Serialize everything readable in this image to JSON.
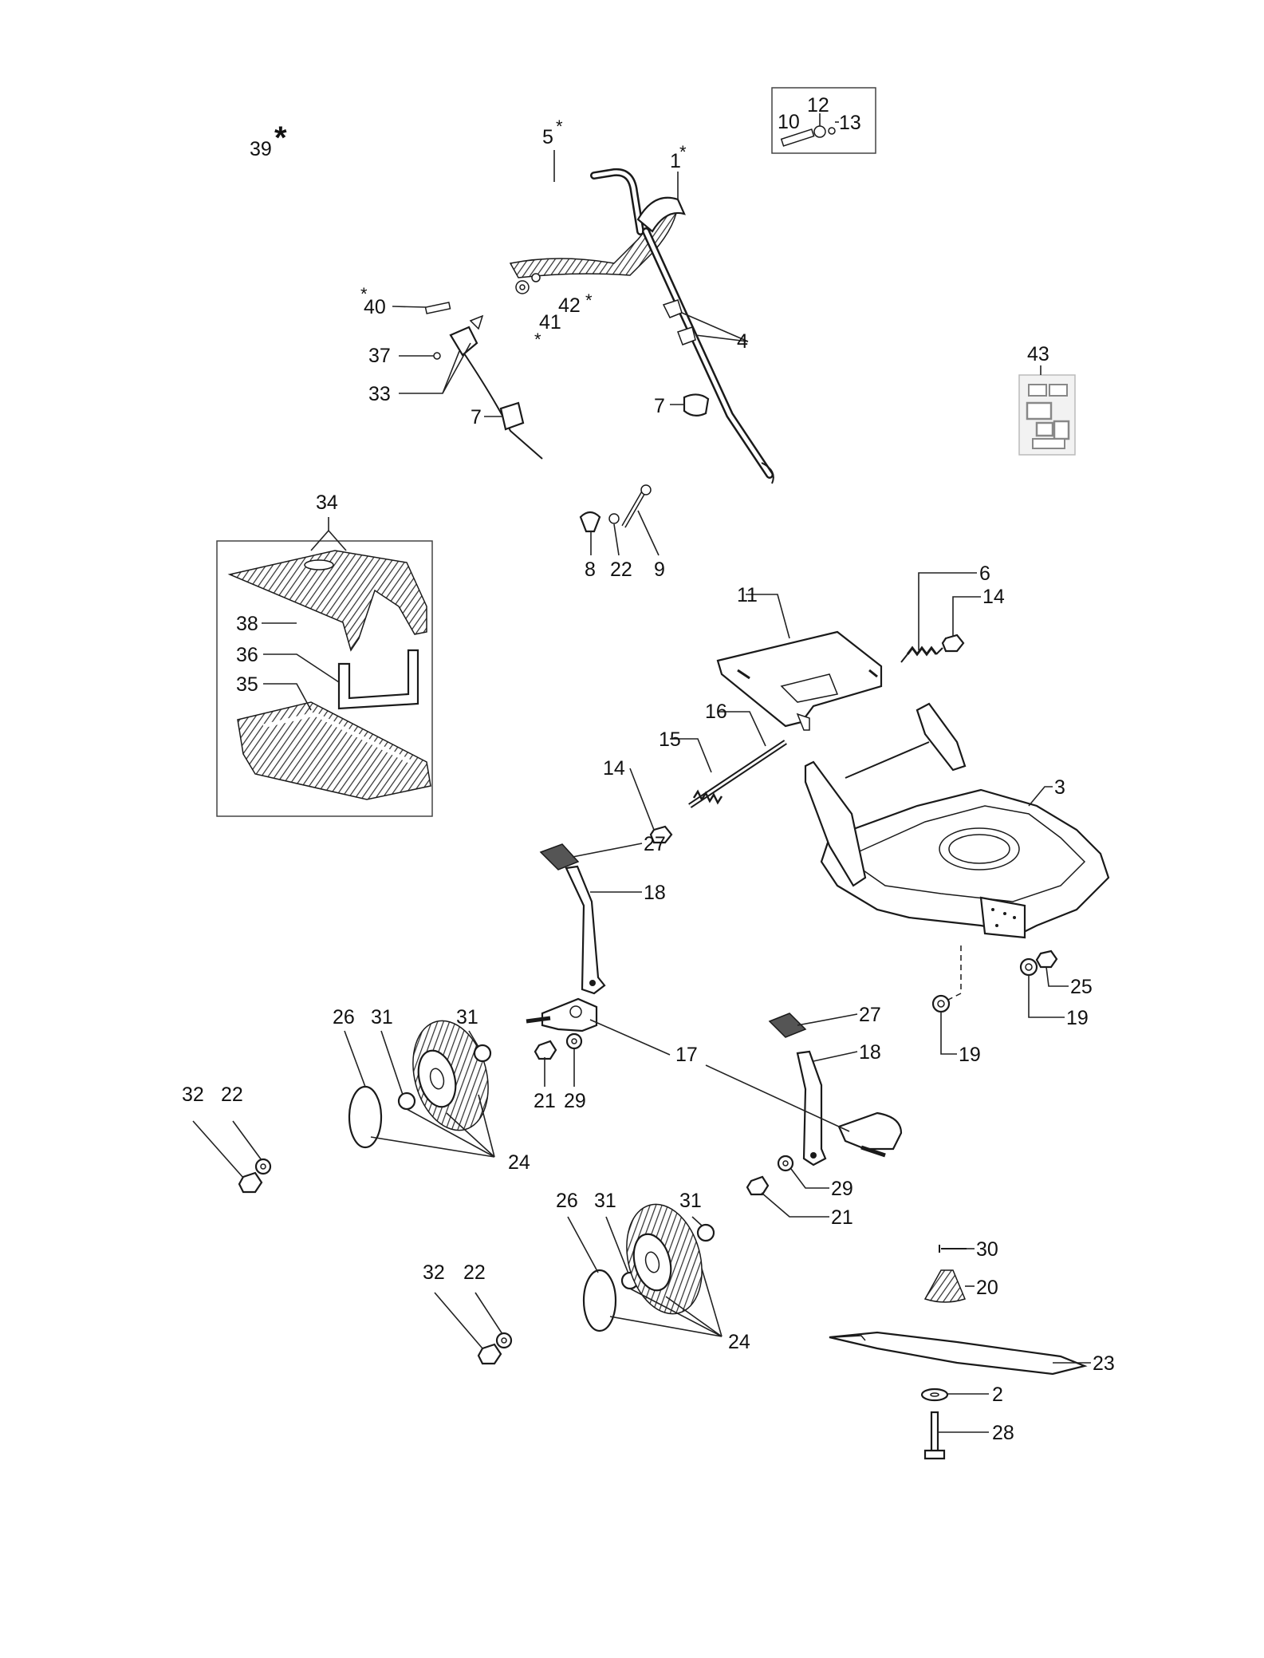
{
  "labels": {
    "l1": "1",
    "l2": "2",
    "l3": "3",
    "l4": "4",
    "l5": "5",
    "l6": "6",
    "l7a": "7",
    "l7b": "7",
    "l8": "8",
    "l9": "9",
    "l10": "10",
    "l11": "11",
    "l12": "12",
    "l13": "13",
    "l14a": "14",
    "l14b": "14",
    "l15": "15",
    "l16": "16",
    "l17": "17",
    "l18a": "18",
    "l18b": "18",
    "l19a": "19",
    "l19b": "19",
    "l20": "20",
    "l21a": "21",
    "l21b": "21",
    "l22a": "22",
    "l22b": "22",
    "l22c": "22",
    "l23": "23",
    "l24a": "24",
    "l24b": "24",
    "l25": "25",
    "l26a": "26",
    "l26b": "26",
    "l27a": "27",
    "l27b": "27",
    "l28": "28",
    "l29a": "29",
    "l29b": "29",
    "l30": "30",
    "l31a": "31",
    "l31b": "31",
    "l31c": "31",
    "l31d": "31",
    "l32a": "32",
    "l32b": "32",
    "l33": "33",
    "l34": "34",
    "l35": "35",
    "l36": "36",
    "l37": "37",
    "l38": "38",
    "l39": "39",
    "l40": "40",
    "l41": "41",
    "l42": "42",
    "l43": "43"
  },
  "markers": {
    "asterisk": "*"
  }
}
